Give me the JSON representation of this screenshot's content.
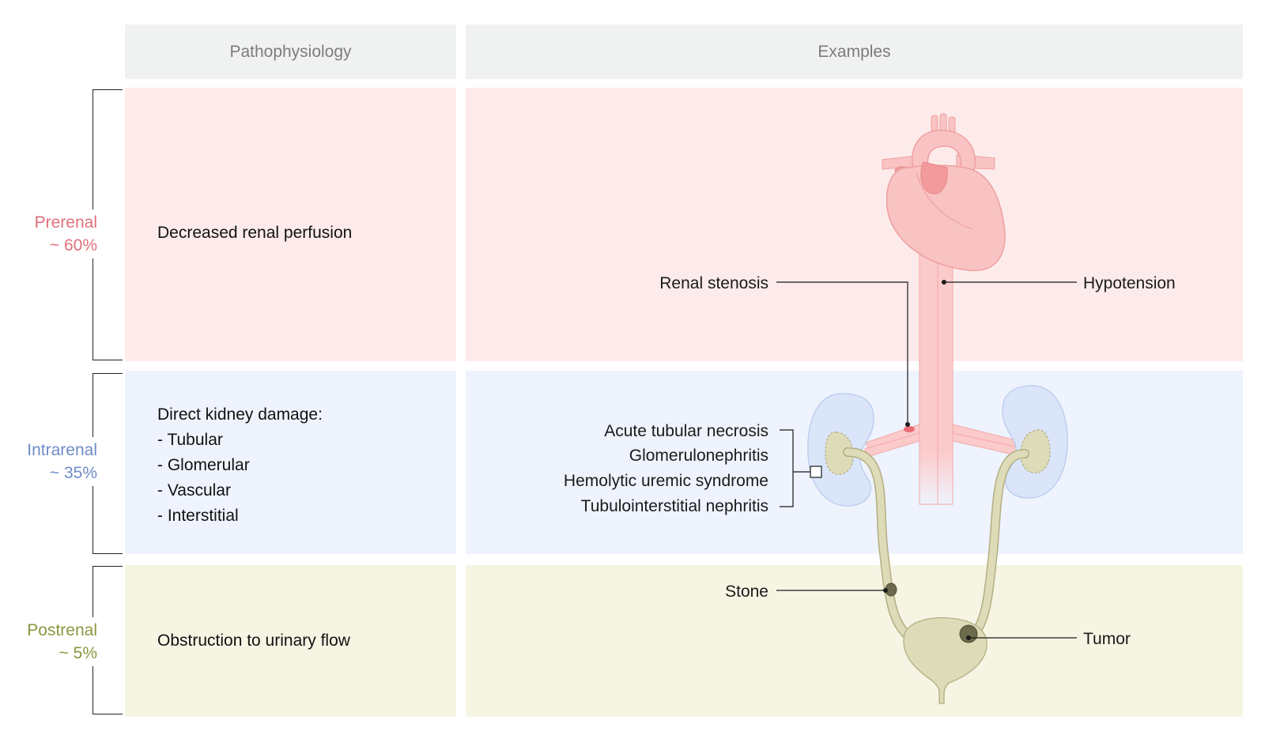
{
  "headers": {
    "pathophysiology": "Pathophysiology",
    "examples": "Examples"
  },
  "categories": {
    "prerenal": {
      "name": "Prerenal",
      "percent": "~ 60%",
      "color": "#e0707a"
    },
    "intrarenal": {
      "name": "Intrarenal",
      "percent": "~ 35%",
      "color": "#6f8cc8"
    },
    "postrenal": {
      "name": "Postrenal",
      "percent": "~ 5%",
      "color": "#8c9540"
    }
  },
  "pathophysiology": {
    "prerenal": "Decreased renal perfusion",
    "intrarenal": {
      "title": "Direct kidney damage:",
      "items": [
        "- Tubular",
        "- Glomerular",
        "- Vascular",
        "- Interstitial"
      ]
    },
    "postrenal": "Obstruction to urinary flow"
  },
  "examples": {
    "renal_stenosis": "Renal stenosis",
    "hypotension": "Hypotension",
    "intrarenal_list": [
      "Acute tubular necrosis",
      "Glomerulonephritis",
      "Hemolytic uremic syndrome",
      "Tubulointerstitial nephritis"
    ],
    "stone": "Stone",
    "tumor": "Tumor"
  },
  "colors": {
    "header_bg": "#f0f1f1",
    "prerenal_bg": "#fdebeb",
    "intrarenal_bg": "#eef3fd",
    "postrenal_bg": "#f6f5e4",
    "heart_fill": "#f9c3c3",
    "vessel_fill": "#fbcaca",
    "kidney_fill": "#dae5fa",
    "ureter_fill": "#dedcb8",
    "obstruction_fill": "#6c6a4c"
  }
}
